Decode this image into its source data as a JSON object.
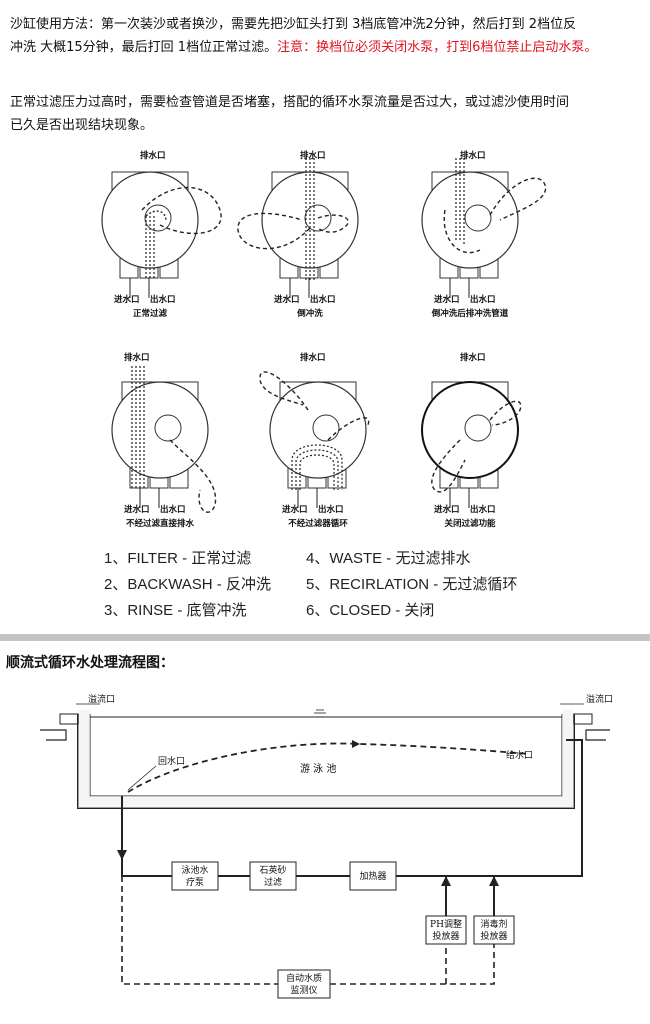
{
  "instructions": {
    "line1_black": "沙缸使用方法：第一次装沙或者换沙，需要先把沙缸头打到 3档底管冲洗2分钟，然后打到 2档位反",
    "line2_black": "冲洗 大概15分钟，最后打回 1档位正常过滤。",
    "line2_red": "注意：换档位必须关闭水泵，打到6档位禁止启动水泵。",
    "para2_line1": "正常过滤压力过高时，需要检查管道是否堵塞，搭配的循环水泵流量是否过大，或过滤沙使用时间",
    "para2_line2": "已久是否出现结块现象。"
  },
  "valves": [
    {
      "top": "排水口",
      "inlet": "进水口",
      "outlet": "出水口",
      "caption": "正常过滤"
    },
    {
      "top": "排水口",
      "inlet": "进水口",
      "outlet": "出水口",
      "caption": "倒冲洗"
    },
    {
      "top": "排水口",
      "inlet": "进水口",
      "outlet": "出水口",
      "caption": "倒冲洗后排冲洗管道"
    },
    {
      "top": "排水口",
      "inlet": "进水口",
      "outlet": "出水口",
      "caption": "不经过滤直接排水"
    },
    {
      "top": "排水口",
      "inlet": "进水口",
      "outlet": "出水口",
      "caption": "不经过滤器循环"
    },
    {
      "top": "排水口",
      "inlet": "进水口",
      "outlet": "出水口",
      "caption": "关闭过滤功能"
    }
  ],
  "modes": [
    "1、FILTER - 正常过滤",
    "2、BACKWASH - 反冲洗",
    "3、RINSE - 底管冲洗",
    "4、WASTE - 无过滤排水",
    "5、RECIRLATION - 无过滤循环",
    "6、CLOSED - 关闭"
  ],
  "flow": {
    "title": "顺流式循环水处理流程图：",
    "overflow_left": "溢流口",
    "overflow_right": "溢流口",
    "pool": "游 泳 池",
    "return_outlet": "回水口",
    "supply_inlet": "给水口",
    "pump": [
      "泳池水",
      "疗泵"
    ],
    "sand_filter": [
      "石英砂",
      "过滤"
    ],
    "heater": "加热器",
    "ph_dispenser": [
      "PH调整",
      "投放器"
    ],
    "disinfectant_dispenser": [
      "消毒剂",
      "投放器"
    ],
    "monitor": [
      "自动水质",
      "监测仪"
    ]
  },
  "colors": {
    "warning_red": "#e0141e",
    "divider_gray": "#c4c4c4"
  }
}
